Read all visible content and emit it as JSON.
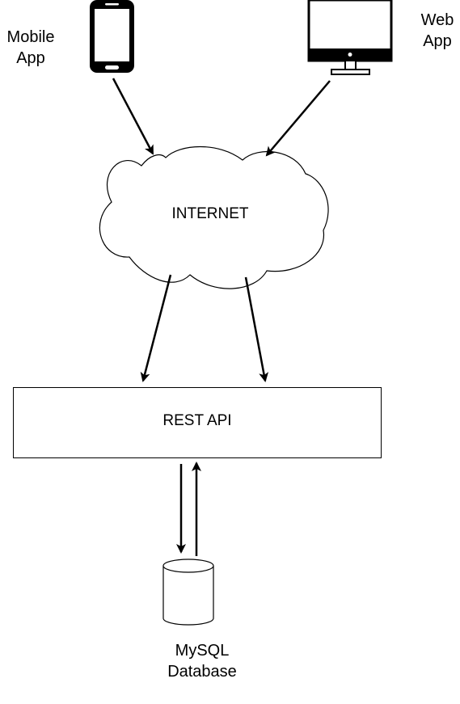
{
  "nodes": {
    "mobile_app": {
      "line1": "Mobile",
      "line2": "App",
      "icon": "smartphone-icon"
    },
    "web_app": {
      "line1": "Web",
      "line2": "App",
      "icon": "desktop-monitor-icon"
    },
    "internet": {
      "label": "INTERNET",
      "icon": "cloud-icon"
    },
    "rest_api": {
      "label": "REST API"
    },
    "database": {
      "line1": "MySQL",
      "line2": "Database",
      "icon": "database-cylinder-icon"
    }
  },
  "edges": [
    {
      "from": "Mobile App",
      "to": "INTERNET"
    },
    {
      "from": "Web App",
      "to": "INTERNET"
    },
    {
      "from": "INTERNET",
      "to": "REST API"
    },
    {
      "from": "INTERNET",
      "to": "REST API"
    },
    {
      "from": "REST API",
      "to": "MySQL Database"
    },
    {
      "from": "MySQL Database",
      "to": "REST API"
    }
  ]
}
